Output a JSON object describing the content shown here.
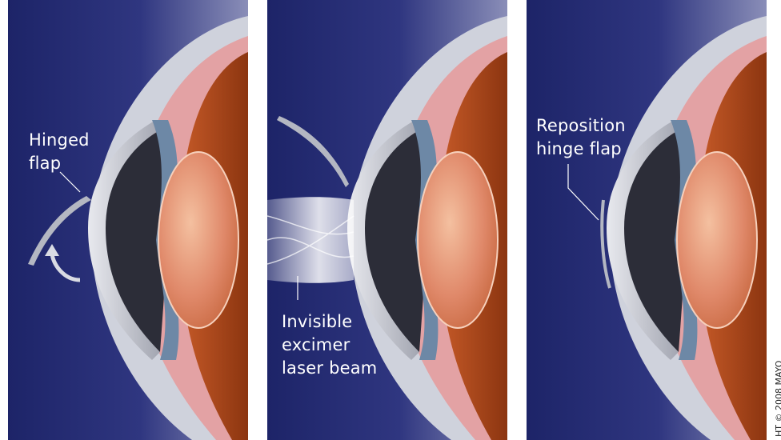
{
  "panels": [
    {
      "id": "panel-1",
      "label_lines": [
        "Hinged",
        "flap"
      ]
    },
    {
      "id": "panel-2",
      "label_lines": [
        "Invisible",
        "excimer",
        "laser beam"
      ]
    },
    {
      "id": "panel-3",
      "label_lines": [
        "Reposition",
        "hinge flap"
      ]
    }
  ],
  "copyright": "HT © 2008 MAYO",
  "colors": {
    "background_dark": "#1d2468",
    "background_light": "#7d82b0",
    "sclera": "#c9ccd6",
    "cornea_dark": "#2a2a33",
    "iris": "#6f8aa8",
    "lens": "#e49575",
    "muscle": "#b24a1c",
    "pink_tissue": "#e6a3a6"
  }
}
